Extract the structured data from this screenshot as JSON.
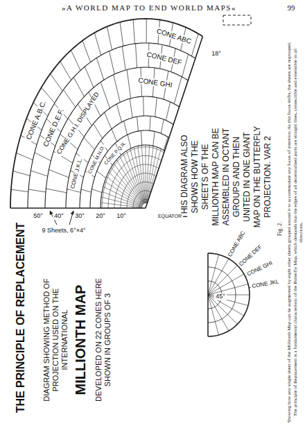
{
  "diagram": {
    "title": "THE PRINCIPLE OF REPLACEMENT",
    "caption": "Showing how any single sheet of the Millionth Map can be augmented by eight other sheets grouped around it to accommodate any focus of attention. As this focus shifts, the sheets are regrouped. The principle of Replacement is a fundamental characteristic of the Butterfly Map, which demands that the edges of all decentralized parts are straight lines, connectible and extensible in all directions.",
    "labels": [
      "»A WORLD MAP TO END WORLD MAPS«",
      "99",
      "Fig. 2.",
      "THIS DIAGRAM ALSO SHOWS HOW THE SHEETS OF THE MILLIONTH MAP CAN BE ASSEMBLED IN OCTANT GROUPS AND THEN UNITED IN ONE GIANT MAP ON THE BUTTERFLY PROJECTION. VAR 2",
      "DIAGRAM SHOWING METHOD OF PROJECTION USED ON THE INTERNATIONAL",
      "MILLIONTH MAP",
      "DEVELOPED ON 22 CONES HERE SHOWN IN GROUPS OF 3",
      "CONE A.B.C.",
      "CONE D.E.F.",
      "CONE G.H.I. DISPLAYED",
      "CONE J.K.L.",
      "CONE M.N.O.",
      "CONE P.Q.R.",
      "CONE ABC",
      "CONE DEF",
      "CONE GHI",
      "18°",
      "50°",
      "40°",
      "30°",
      "20°",
      "10°",
      "9 Sheets, 6°×4°",
      "EQUATOR",
      "45°",
      "CONE ABC",
      "CONE DEF",
      "CONE GHI",
      "CONE JKL"
    ]
  }
}
